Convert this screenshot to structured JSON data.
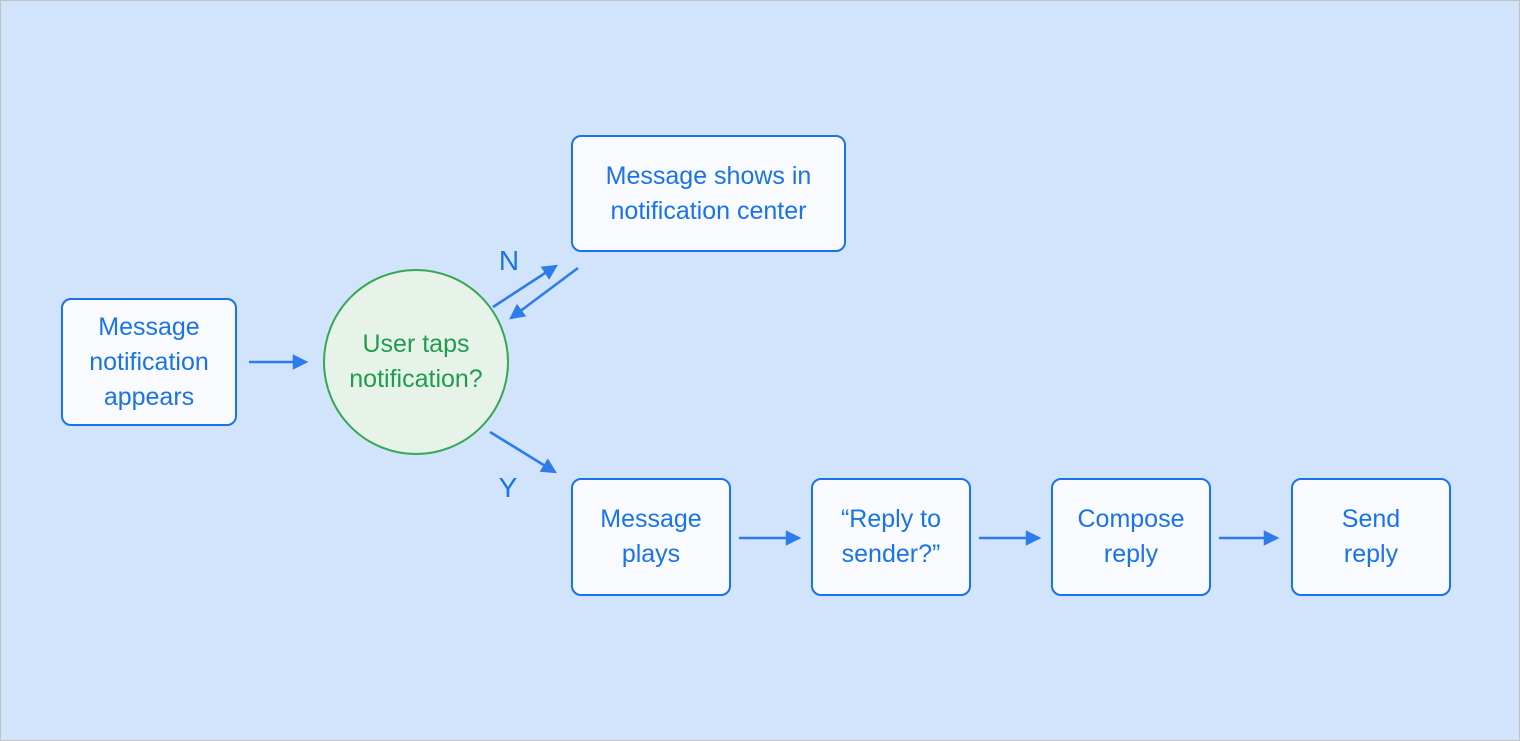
{
  "diagram": {
    "type": "flowchart",
    "nodes": {
      "start": {
        "label": "Message notification appears",
        "shape": "rounded-rect"
      },
      "decision": {
        "label": "User taps notification?",
        "shape": "circle"
      },
      "no_outcome": {
        "label": "Message shows in notification center",
        "shape": "rounded-rect"
      },
      "message_plays": {
        "label": "Message plays",
        "shape": "rounded-rect"
      },
      "reply_prompt": {
        "label": "“Reply to sender?”",
        "shape": "rounded-rect"
      },
      "compose_reply": {
        "label": "Compose reply",
        "shape": "rounded-rect"
      },
      "send_reply": {
        "label": "Send reply",
        "shape": "rounded-rect"
      }
    },
    "branch_labels": {
      "no": "N",
      "yes": "Y"
    },
    "edges": [
      {
        "from": "start",
        "to": "decision"
      },
      {
        "from": "decision",
        "to": "no_outcome",
        "label": "N"
      },
      {
        "from": "no_outcome",
        "to": "decision"
      },
      {
        "from": "decision",
        "to": "message_plays",
        "label": "Y"
      },
      {
        "from": "message_plays",
        "to": "reply_prompt"
      },
      {
        "from": "reply_prompt",
        "to": "compose_reply"
      },
      {
        "from": "compose_reply",
        "to": "send_reply"
      }
    ],
    "colors": {
      "background": "#d2e3fc",
      "canvas_border": "#c2c2c2",
      "process_fill": "#f8fafd",
      "process_border": "#1a73e8",
      "process_text": "#1a73e8",
      "decision_fill": "#e7f2e9",
      "decision_border": "#34a853",
      "decision_text": "#1f9d4f",
      "arrow": "#2e7cea",
      "branch_label_text": "#1a73e8"
    }
  }
}
